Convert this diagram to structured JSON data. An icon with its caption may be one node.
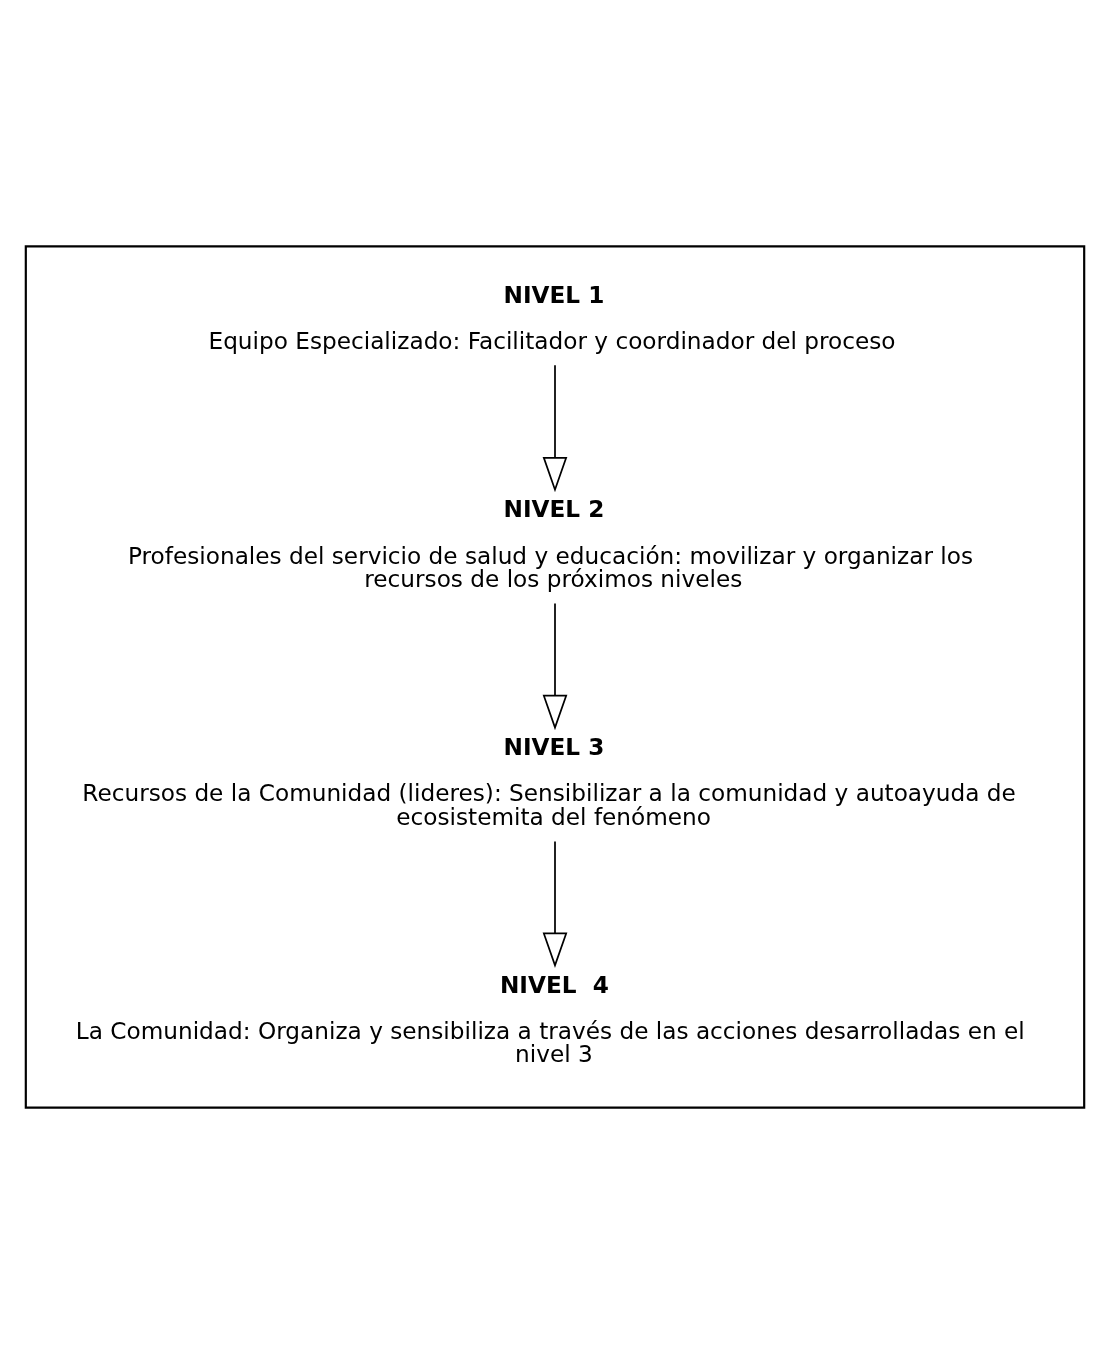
{
  "diagram": {
    "nodes": [
      {
        "text": [],
        "shape": "box"
      },
      {
        "text": [
          "NIVEL 1",
          "Equipo Especializado: Facilitador y coordinador del proceso"
        ],
        "in": 0
      },
      {
        "text": [
          "NIVEL 2",
          "Profesionales del servicio de salud y educación: movilizar y organizar los recursos de los próximos niveles"
        ],
        "in": 0
      },
      {
        "text": [
          "NIVEL 3",
          "Recursos de la Comunidad (lideres): Sensibilizar a la comunidad y autoayuda de ecosistemita del fenómeno"
        ],
        "in": 0
      },
      {
        "text": [
          "NIVEL  4",
          "La Comunidad: Organiza y sensibiliza a través de las acciones desarrolladas en el nivel 3"
        ],
        "in": 0
      }
    ],
    "edges": [
      {
        "from": 1,
        "to": 2,
        "arrow": "to"
      },
      {
        "from": 2,
        "to": 3,
        "arrow": "to"
      },
      {
        "from": 3,
        "to": 4,
        "arrow": "to"
      }
    ]
  }
}
